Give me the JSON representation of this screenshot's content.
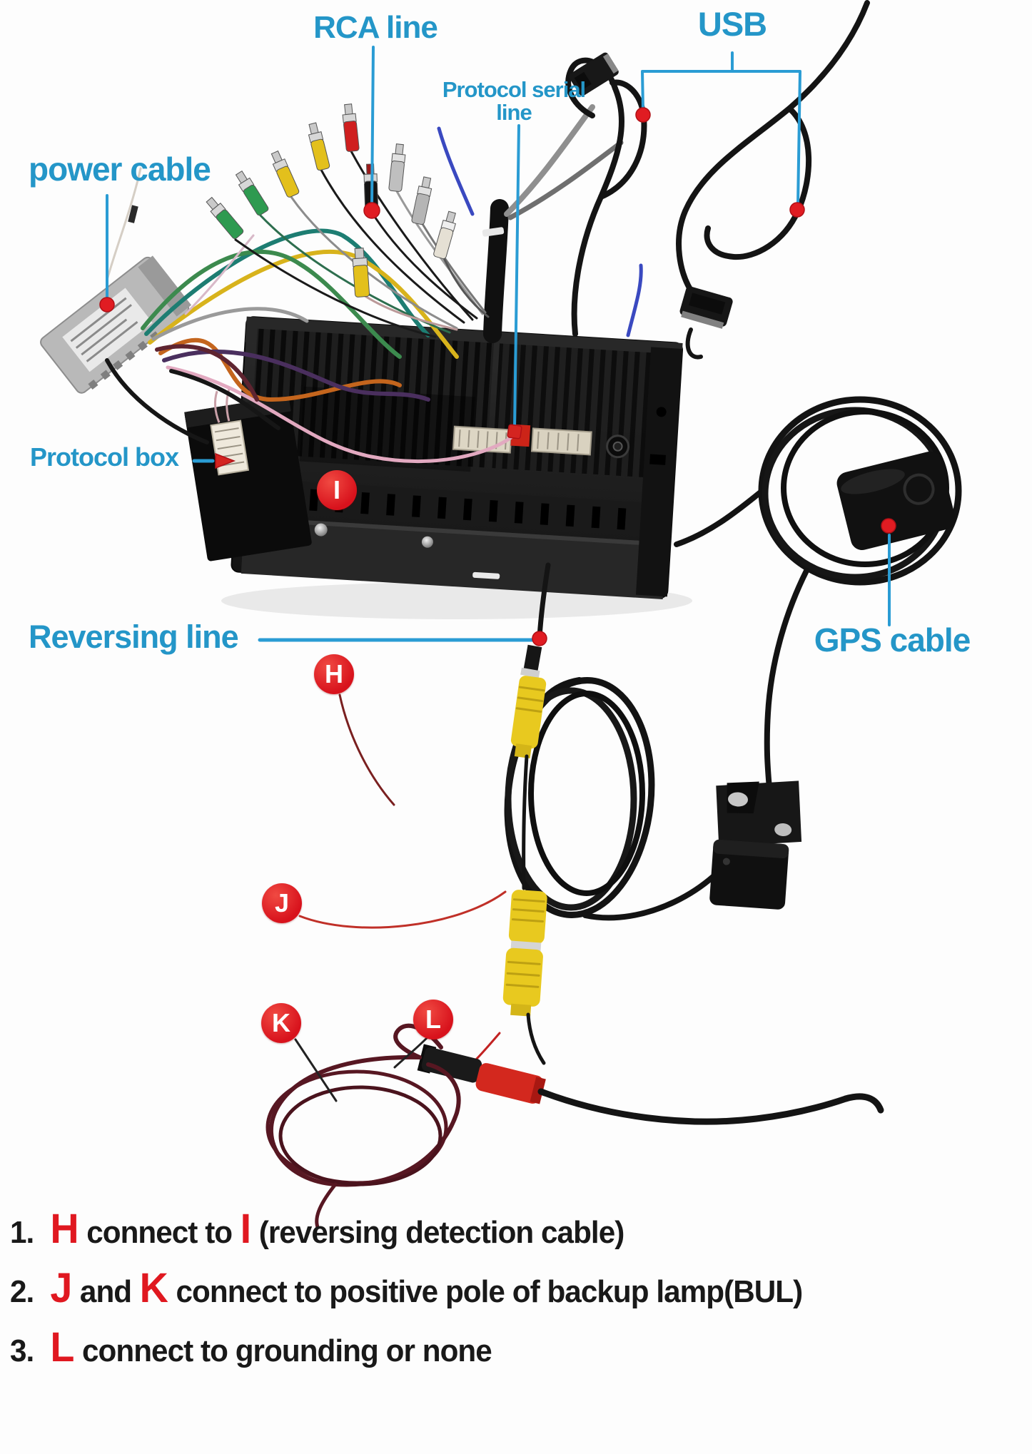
{
  "labels": {
    "power_cable": "power cable",
    "rca_line": "RCA line",
    "usb": "USB",
    "protocol_serial": "Protocol serial",
    "protocol_serial_2": "line",
    "protocol_box": "Protocol box",
    "reversing_line": "Reversing line",
    "gps_cable": "GPS cable"
  },
  "markers": {
    "h": "H",
    "i": "I",
    "j": "J",
    "k": "K",
    "l": "L"
  },
  "instructions": {
    "line1": {
      "num": "1.",
      "red1": "H",
      "mid": "connect to",
      "red2": "I",
      "tail": "(reversing detection cable)"
    },
    "line2": {
      "num": "2.",
      "red1": "J",
      "mid": "and",
      "red2": "K",
      "tail": "connect to positive pole of backup lamp(BUL)"
    },
    "line3": {
      "num": "3.",
      "red1": "L",
      "tail": "connect to grounding or none"
    }
  },
  "colors": {
    "label_cyan": "#2496C8",
    "marker_red": "#E01C24",
    "instruction_black": "#191919",
    "background": "#FDFDFD"
  }
}
